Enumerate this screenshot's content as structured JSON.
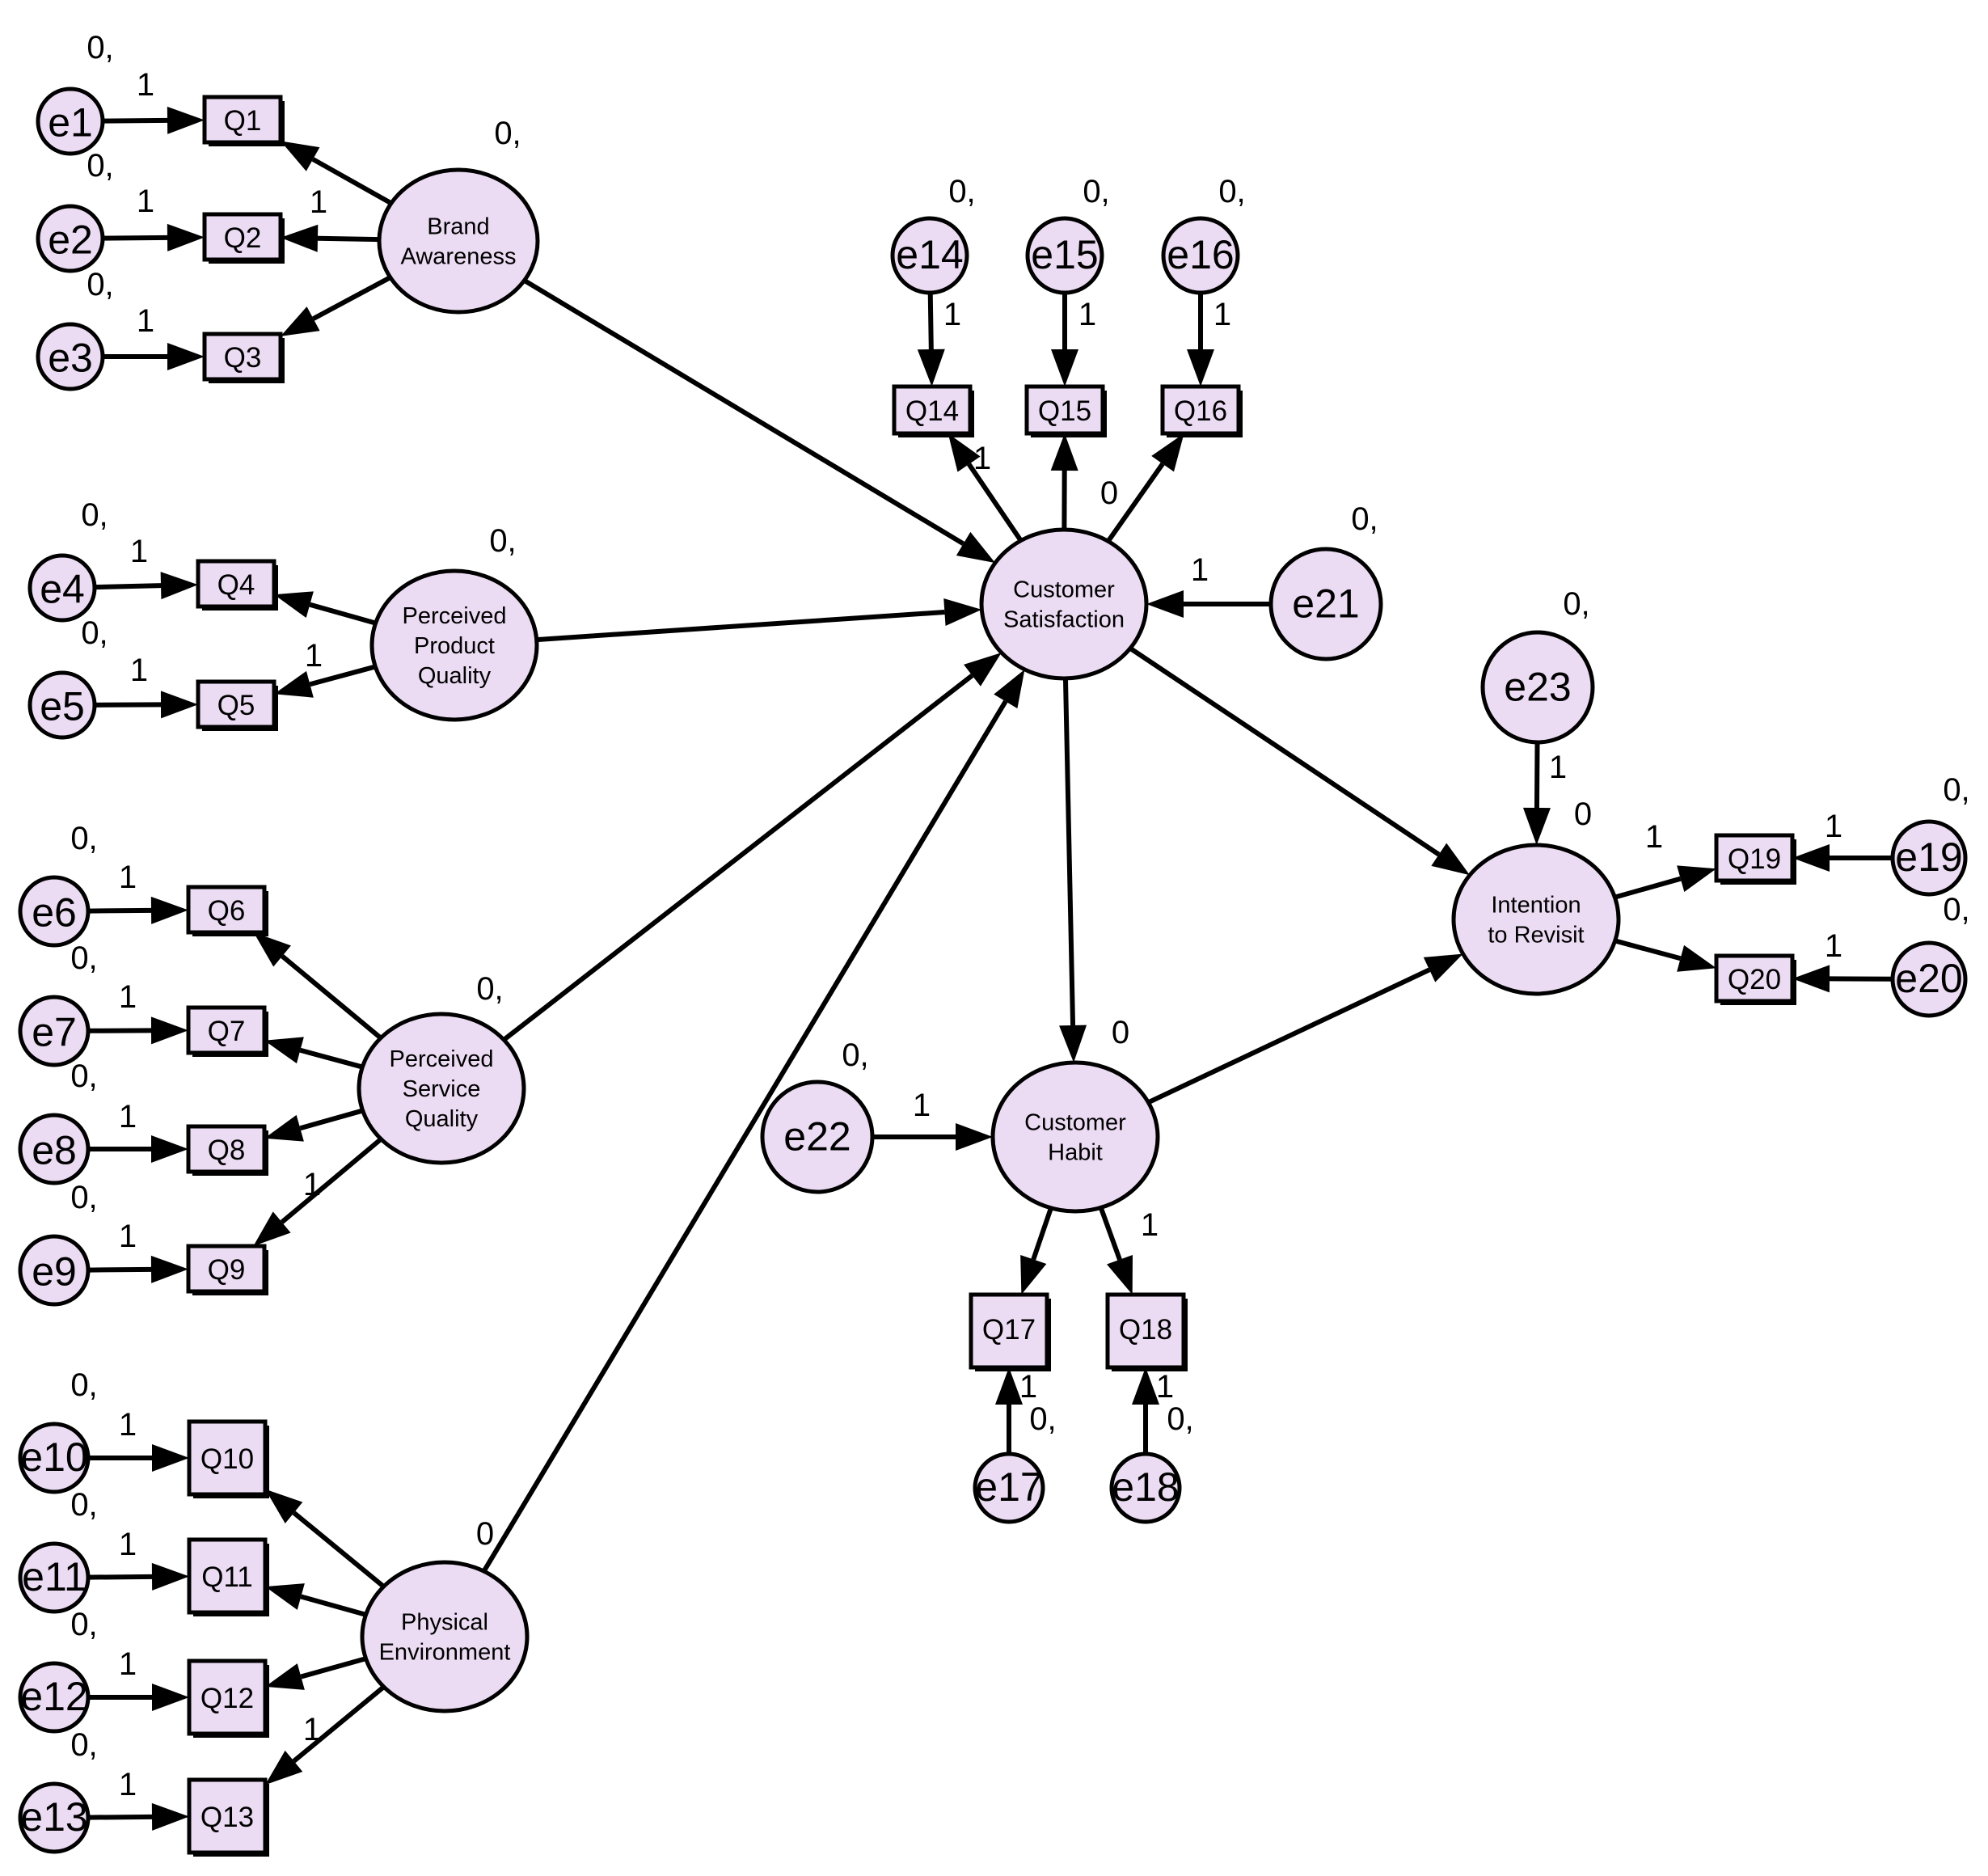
{
  "latents": {
    "BA": {
      "lines": [
        "Brand",
        "Awareness"
      ],
      "variance": "0,"
    },
    "PPQ": {
      "lines": [
        "Perceived",
        "Product",
        "Quality"
      ],
      "variance": "0,"
    },
    "PSQ": {
      "lines": [
        "Perceived",
        "Service",
        "Quality"
      ],
      "variance": "0,"
    },
    "PE": {
      "lines": [
        "Physical",
        "Environment"
      ],
      "variance": "0"
    },
    "CS": {
      "lines": [
        "Customer",
        "Satisfaction"
      ],
      "variance": "0"
    },
    "CH": {
      "lines": [
        "Customer",
        "Habit"
      ],
      "variance": "0"
    },
    "IR": {
      "lines": [
        "Intention",
        "to Revisit"
      ],
      "variance": "0"
    }
  },
  "observed": {
    "Q1": "Q1",
    "Q2": "Q2",
    "Q3": "Q3",
    "Q4": "Q4",
    "Q5": "Q5",
    "Q6": "Q6",
    "Q7": "Q7",
    "Q8": "Q8",
    "Q9": "Q9",
    "Q10": "Q10",
    "Q11": "Q11",
    "Q12": "Q12",
    "Q13": "Q13",
    "Q14": "Q14",
    "Q15": "Q15",
    "Q16": "Q16",
    "Q17": "Q17",
    "Q18": "Q18",
    "Q19": "Q19",
    "Q20": "Q20"
  },
  "errors": {
    "e1": {
      "name": "e1",
      "variance": "0,"
    },
    "e2": {
      "name": "e2",
      "variance": "0,"
    },
    "e3": {
      "name": "e3",
      "variance": "0,"
    },
    "e4": {
      "name": "e4",
      "variance": "0,"
    },
    "e5": {
      "name": "e5",
      "variance": "0,"
    },
    "e6": {
      "name": "e6",
      "variance": "0,"
    },
    "e7": {
      "name": "e7",
      "variance": "0,"
    },
    "e8": {
      "name": "e8",
      "variance": "0,"
    },
    "e9": {
      "name": "e9",
      "variance": "0,"
    },
    "e10": {
      "name": "e10",
      "variance": "0,"
    },
    "e11": {
      "name": "e11",
      "variance": "0,"
    },
    "e12": {
      "name": "e12",
      "variance": "0,"
    },
    "e13": {
      "name": "e13",
      "variance": "0,"
    },
    "e14": {
      "name": "e14",
      "variance": "0,"
    },
    "e15": {
      "name": "e15",
      "variance": "0,"
    },
    "e16": {
      "name": "e16",
      "variance": "0,"
    },
    "e17": {
      "name": "e17",
      "variance": "0,"
    },
    "e18": {
      "name": "e18",
      "variance": "0,"
    },
    "e19": {
      "name": "e19",
      "variance": "0,"
    },
    "e20": {
      "name": "e20",
      "variance": "0,"
    },
    "e21": {
      "name": "e21",
      "variance": "0,"
    },
    "e22": {
      "name": "e22",
      "variance": "0,"
    },
    "e23": {
      "name": "e23",
      "variance": "0,"
    }
  },
  "edges": [
    {
      "from": "e1",
      "to": "Q1",
      "weight": "1"
    },
    {
      "from": "e2",
      "to": "Q2",
      "weight": "1"
    },
    {
      "from": "e3",
      "to": "Q3",
      "weight": "1"
    },
    {
      "from": "e4",
      "to": "Q4",
      "weight": "1"
    },
    {
      "from": "e5",
      "to": "Q5",
      "weight": "1"
    },
    {
      "from": "e6",
      "to": "Q6",
      "weight": "1"
    },
    {
      "from": "e7",
      "to": "Q7",
      "weight": "1"
    },
    {
      "from": "e8",
      "to": "Q8",
      "weight": "1"
    },
    {
      "from": "e9",
      "to": "Q9",
      "weight": "1"
    },
    {
      "from": "e10",
      "to": "Q10",
      "weight": "1"
    },
    {
      "from": "e11",
      "to": "Q11",
      "weight": "1"
    },
    {
      "from": "e12",
      "to": "Q12",
      "weight": "1"
    },
    {
      "from": "e13",
      "to": "Q13",
      "weight": "1"
    },
    {
      "from": "e14",
      "to": "Q14",
      "weight": "1"
    },
    {
      "from": "e15",
      "to": "Q15",
      "weight": "1"
    },
    {
      "from": "e16",
      "to": "Q16",
      "weight": "1"
    },
    {
      "from": "e17",
      "to": "Q17",
      "weight": "1"
    },
    {
      "from": "e18",
      "to": "Q18",
      "weight": "1"
    },
    {
      "from": "e19",
      "to": "Q19",
      "weight": "1"
    },
    {
      "from": "e20",
      "to": "Q20",
      "weight": "1"
    },
    {
      "from": "e21",
      "to": "CS",
      "weight": "1"
    },
    {
      "from": "e22",
      "to": "CH",
      "weight": "1"
    },
    {
      "from": "e23",
      "to": "IR",
      "weight": "1"
    },
    {
      "from": "BA",
      "to": "Q1",
      "weight": ""
    },
    {
      "from": "BA",
      "to": "Q2",
      "weight": "1"
    },
    {
      "from": "BA",
      "to": "Q3",
      "weight": ""
    },
    {
      "from": "PPQ",
      "to": "Q4",
      "weight": ""
    },
    {
      "from": "PPQ",
      "to": "Q5",
      "weight": "1"
    },
    {
      "from": "PSQ",
      "to": "Q6",
      "weight": ""
    },
    {
      "from": "PSQ",
      "to": "Q7",
      "weight": ""
    },
    {
      "from": "PSQ",
      "to": "Q8",
      "weight": ""
    },
    {
      "from": "PSQ",
      "to": "Q9",
      "weight": "1"
    },
    {
      "from": "PE",
      "to": "Q10",
      "weight": ""
    },
    {
      "from": "PE",
      "to": "Q11",
      "weight": ""
    },
    {
      "from": "PE",
      "to": "Q12",
      "weight": ""
    },
    {
      "from": "PE",
      "to": "Q13",
      "weight": "1"
    },
    {
      "from": "CS",
      "to": "Q14",
      "weight": "1"
    },
    {
      "from": "CS",
      "to": "Q15",
      "weight": ""
    },
    {
      "from": "CS",
      "to": "Q16",
      "weight": ""
    },
    {
      "from": "CH",
      "to": "Q17",
      "weight": ""
    },
    {
      "from": "CH",
      "to": "Q18",
      "weight": "1"
    },
    {
      "from": "IR",
      "to": "Q19",
      "weight": "1"
    },
    {
      "from": "IR",
      "to": "Q20",
      "weight": ""
    },
    {
      "from": "BA",
      "to": "CS",
      "weight": ""
    },
    {
      "from": "PPQ",
      "to": "CS",
      "weight": ""
    },
    {
      "from": "PSQ",
      "to": "CS",
      "weight": ""
    },
    {
      "from": "PE",
      "to": "CS",
      "weight": ""
    },
    {
      "from": "CS",
      "to": "CH",
      "weight": ""
    },
    {
      "from": "CS",
      "to": "IR",
      "weight": ""
    },
    {
      "from": "CH",
      "to": "IR",
      "weight": ""
    }
  ]
}
